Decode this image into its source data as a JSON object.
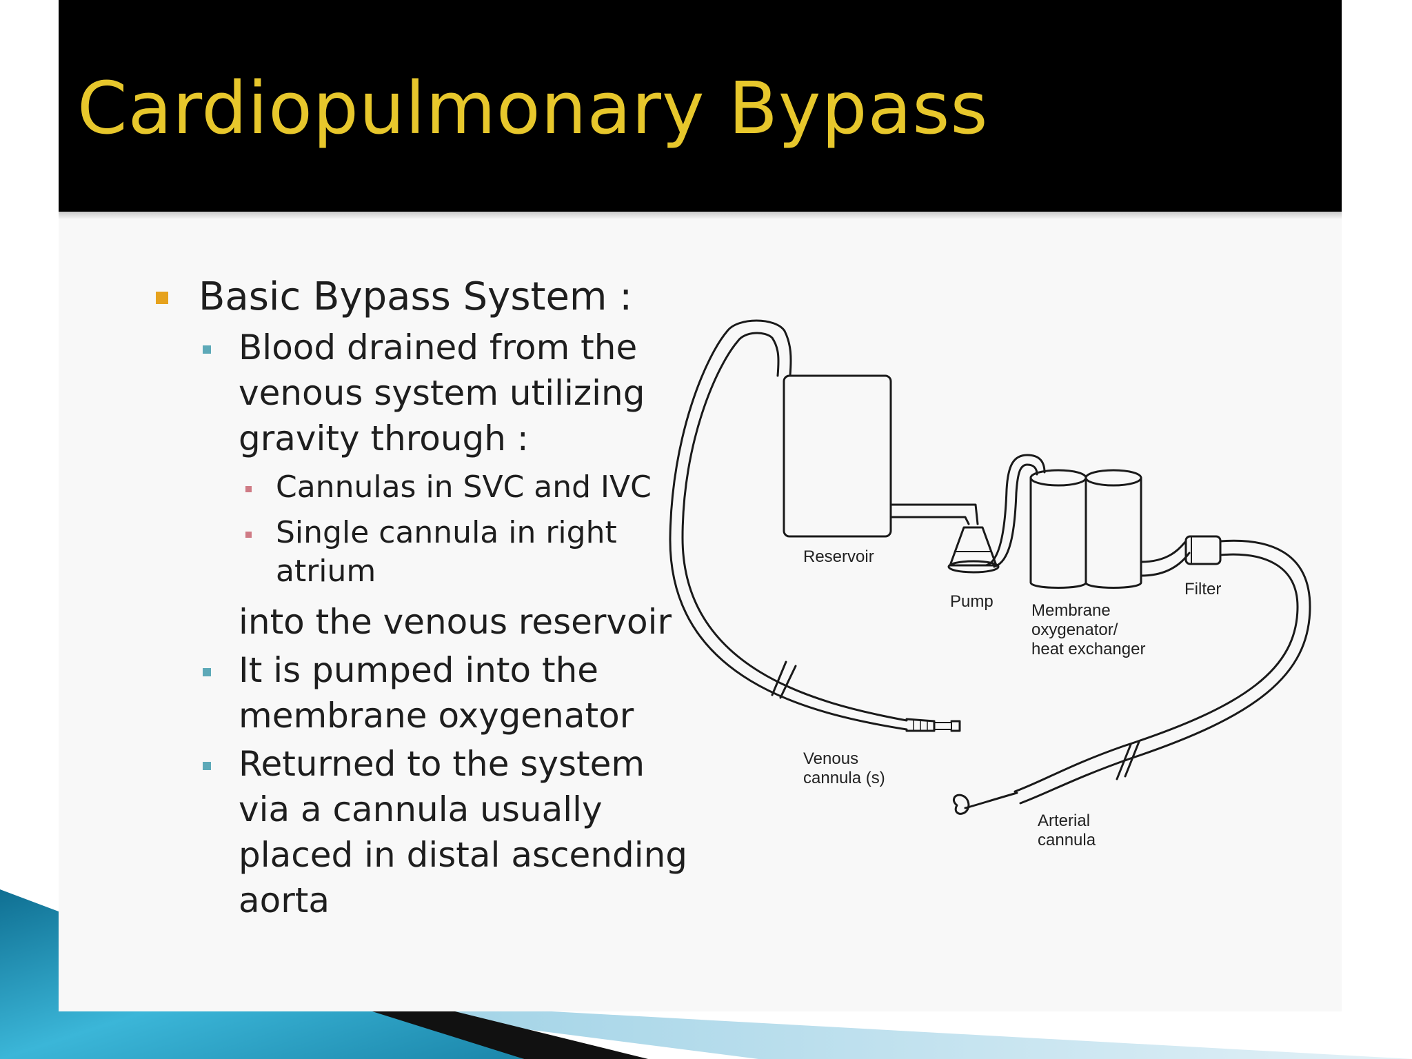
{
  "slide": {
    "title": "Cardiopulmonary Bypass",
    "bullets": {
      "main": "Basic Bypass System :",
      "sub1": "Blood drained  from the venous system utilizing gravity through :",
      "sub1_items": [
        "Cannulas in SVC and IVC",
        "Single cannula in right atrium"
      ],
      "sub1_continuation": "into the venous reservoir",
      "sub2": "It is pumped into the membrane oxygenator",
      "sub3": "Returned to the system via a cannula usually placed in distal ascending aorta"
    }
  },
  "diagram": {
    "labels": {
      "reservoir": "Reservoir",
      "pump": "Pump",
      "oxygenator_line1": "Membrane",
      "oxygenator_line2": "oxygenator/",
      "oxygenator_line3": "heat exchanger",
      "filter": "Filter",
      "venous_line1": "Venous",
      "venous_line2": "cannula (s)",
      "arterial_line1": "Arterial",
      "arterial_line2": "cannula"
    }
  },
  "colors": {
    "title": "#e7c72c",
    "header_bg": "#000000",
    "bullet_level1": "#e6a21d",
    "bullet_level2": "#5da9b8",
    "bullet_level3": "#cf7b85",
    "accent_blue": "#1b86aa"
  }
}
